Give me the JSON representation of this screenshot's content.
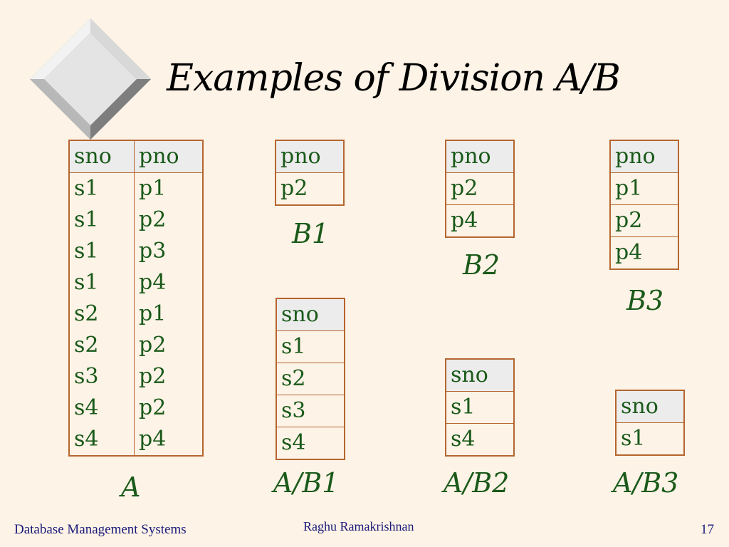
{
  "slide": {
    "title": "Examples of Division A/B",
    "footer_left": "Database Management Systems",
    "footer_center": "Raghu Ramakrishnan",
    "footer_right": "17"
  },
  "relation_a": {
    "caption": "A",
    "columns": [
      "sno",
      "pno"
    ],
    "rows": [
      [
        "s1",
        "p1"
      ],
      [
        "s1",
        "p2"
      ],
      [
        "s1",
        "p3"
      ],
      [
        "s1",
        "p4"
      ],
      [
        "s2",
        "p1"
      ],
      [
        "s2",
        "p2"
      ],
      [
        "s3",
        "p2"
      ],
      [
        "s4",
        "p2"
      ],
      [
        "s4",
        "p4"
      ]
    ]
  },
  "divisors": [
    {
      "caption": "B1",
      "header": "pno",
      "values": [
        "p2"
      ]
    },
    {
      "caption": "B2",
      "header": "pno",
      "values": [
        "p2",
        "p4"
      ]
    },
    {
      "caption": "B3",
      "header": "pno",
      "values": [
        "p1",
        "p2",
        "p4"
      ]
    }
  ],
  "results": [
    {
      "caption": "A/B1",
      "header": "sno",
      "values": [
        "s1",
        "s2",
        "s3",
        "s4"
      ]
    },
    {
      "caption": "A/B2",
      "header": "sno",
      "values": [
        "s1",
        "s4"
      ]
    },
    {
      "caption": "A/B3",
      "header": "sno",
      "values": [
        "s1"
      ]
    }
  ]
}
